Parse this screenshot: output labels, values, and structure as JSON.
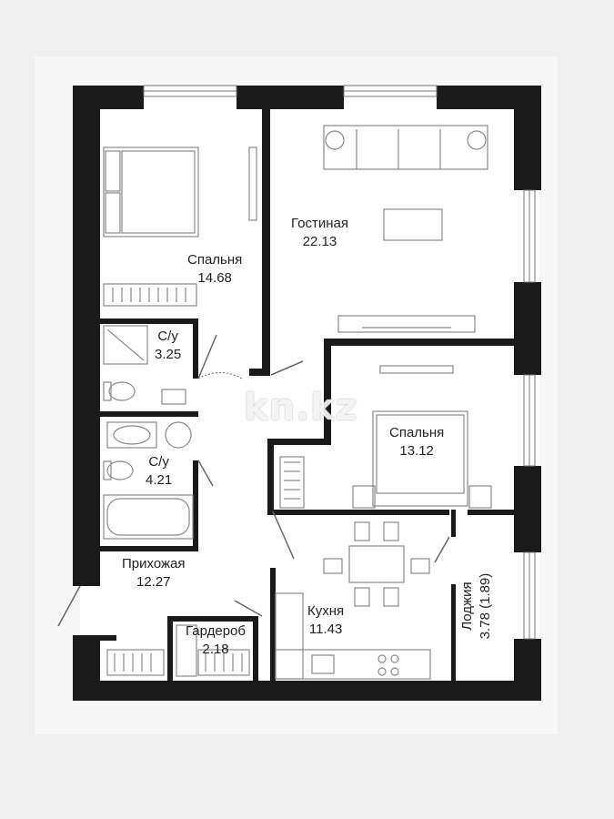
{
  "rooms": {
    "bedroom1": {
      "name": "Спальня",
      "area": "14.68"
    },
    "living": {
      "name": "Гостиная",
      "area": "22.13"
    },
    "bath1": {
      "name": "С/у",
      "area": "3.25"
    },
    "bath2": {
      "name": "С/у",
      "area": "4.21"
    },
    "bedroom2": {
      "name": "Спальня",
      "area": "13.12"
    },
    "hall": {
      "name": "Прихожая",
      "area": "12.27"
    },
    "kitchen": {
      "name": "Кухня",
      "area": "11.43"
    },
    "wardrobe": {
      "name": "Гардероб",
      "area": "2.18"
    },
    "loggia": {
      "name": "Лоджия",
      "area": "3.78 (1.89)"
    }
  },
  "watermark": "kn.kz",
  "colors": {
    "wall": "#1a1a1a",
    "floor": "#ffffff",
    "furniture": "#8a8a8a",
    "page": "#efefef"
  }
}
